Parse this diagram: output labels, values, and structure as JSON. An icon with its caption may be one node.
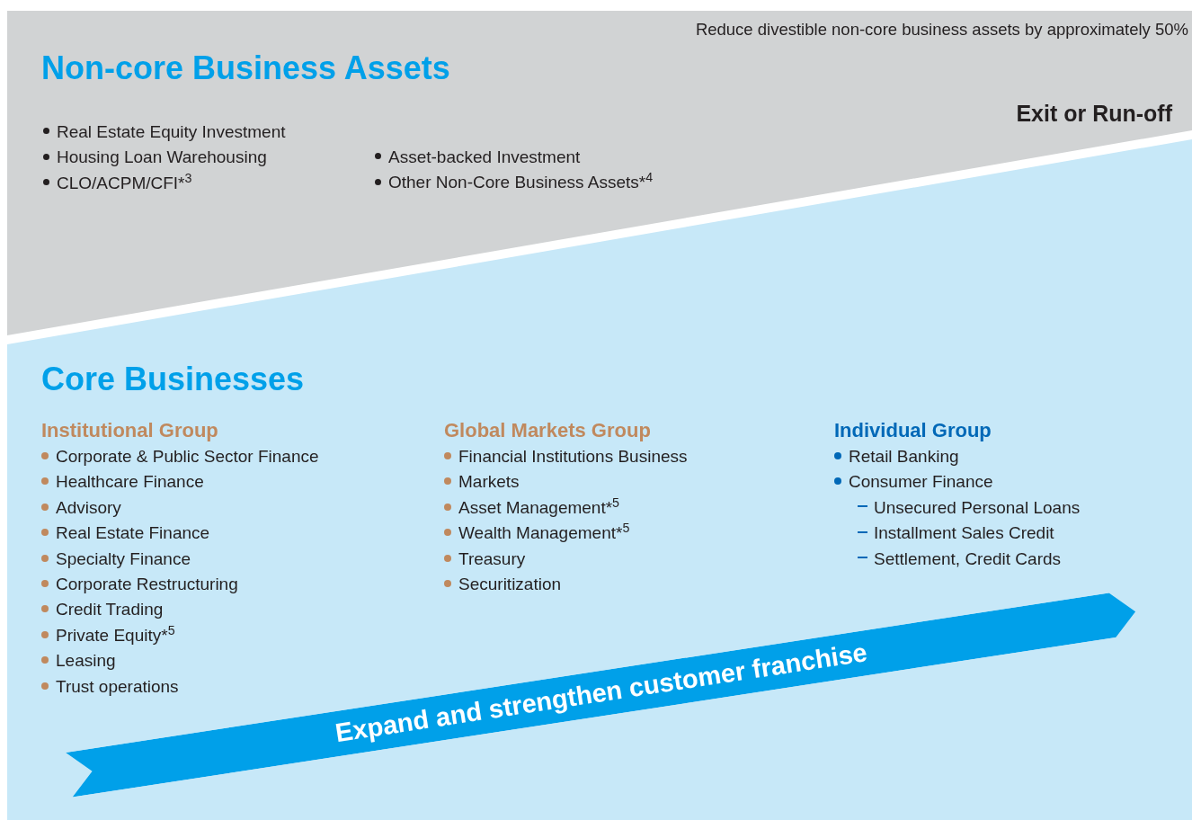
{
  "diagram": {
    "nodes": [
      {
        "text": [
          "Non-core Business Assets"
        ]
      },
      {
        "text": [
          "Core Businesses"
        ]
      },
      {
        "text": [
          "Expand and strengthen customer franchise"
        ],
        "in": 1
      }
    ],
    "labels": [
      "Reduce divestible non-core business assets by approximately 50%",
      "Exit or Run-off",
      "Real Estate Equity Investment",
      "Housing Loan Warehousing",
      "CLO/ACPM/CFI*$^{3}$",
      "Asset-backed Investment",
      "Other Non-Core Business Assets*$^{4}$",
      "Institutional Group",
      "Corporate & Public Sector Finance",
      "Healthcare Finance",
      "Advisory",
      "Real Estate Finance",
      "Specialty Finance",
      "Corporate Restructuring",
      "Credit Trading",
      "Private Equity*$^{5}$",
      "Leasing",
      "Trust operations",
      "Global Markets Group",
      "Financial Institutions Business",
      "Markets",
      "Asset Management*$^{5}$",
      "Wealth Management*$^{5}$",
      "Treasury",
      "Securitization",
      "Individual Group",
      "Retail Banking",
      "Consumer Finance",
      "Unsecured Personal Loans",
      "Installment Sales Credit",
      "Settlement, Credit Cards"
    ]
  }
}
